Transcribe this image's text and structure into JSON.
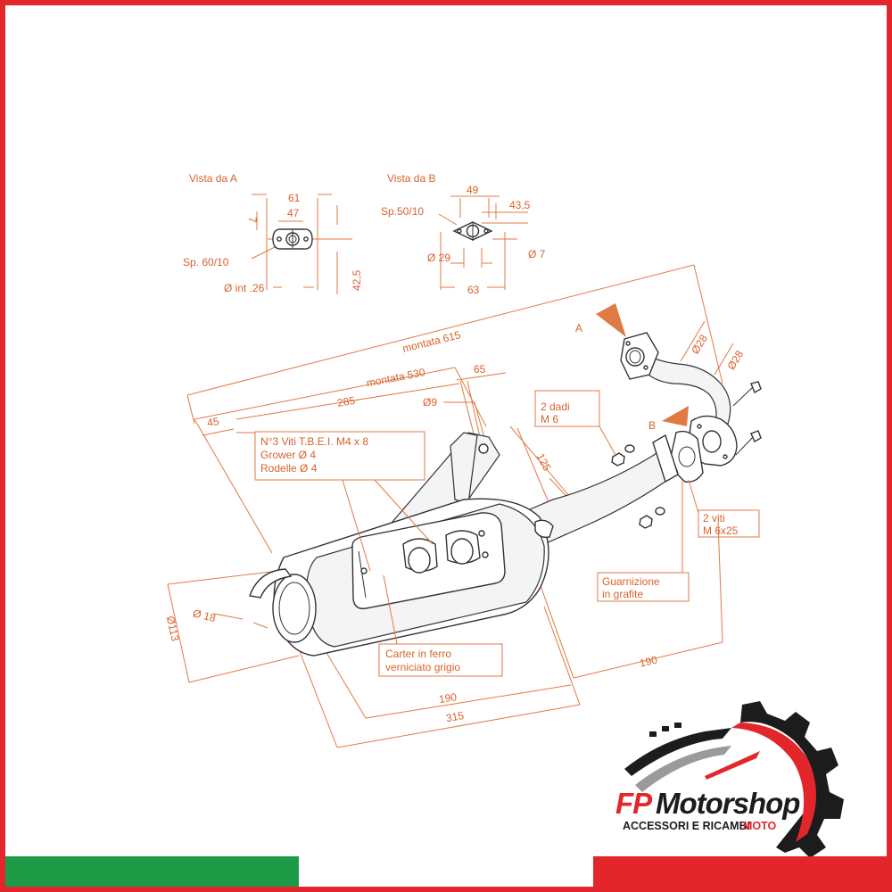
{
  "views": {
    "a": {
      "title": "Vista da A",
      "d61": "61",
      "d47": "47",
      "d7": "7",
      "sp": "Sp. 60/10",
      "int": "Ø int .26",
      "d425": "42,5"
    },
    "b": {
      "title": "Vista da B",
      "d49": "49",
      "sp": "Sp.50/10",
      "d435": "43,5",
      "d29": "Ø 29",
      "d7": "Ø 7",
      "d63": "63"
    }
  },
  "dimensions": {
    "montata615": "montata 615",
    "montata530": "montata 530",
    "d285": "285",
    "d45": "45",
    "d65": "65",
    "d9": "Ø9",
    "d125": "125",
    "d28a": "Ø28",
    "d28b": "Ø28",
    "d18": "Ø 18",
    "d113": "Ø113",
    "d190a": "190",
    "d190b": "190",
    "d315": "315",
    "pointA": "A",
    "pointB": "B"
  },
  "callouts": {
    "screws": [
      "N°3 Viti T.B.E.I. M4 x 8",
      "Grower Ø 4",
      "Rodelle Ø 4"
    ],
    "nuts": [
      "2 dadi",
      "M 6"
    ],
    "bolts": [
      "2 viti",
      "M 6x25"
    ],
    "gasket": [
      "Guarnizione",
      "in grafite"
    ],
    "cover": [
      "Carter in ferro",
      "verniciato grigio"
    ]
  },
  "logo": {
    "name_red": "FP",
    "name_dark": "Motorshop",
    "tagline_dark": "ACCESSORI E RICAMBI ",
    "tagline_red": "MOTO"
  },
  "colors": {
    "frame": "#e3262b",
    "dims": "#d9622b",
    "flag_green": "#1e9a46",
    "flag_white": "#ffffff",
    "flag_red": "#e3262b"
  }
}
